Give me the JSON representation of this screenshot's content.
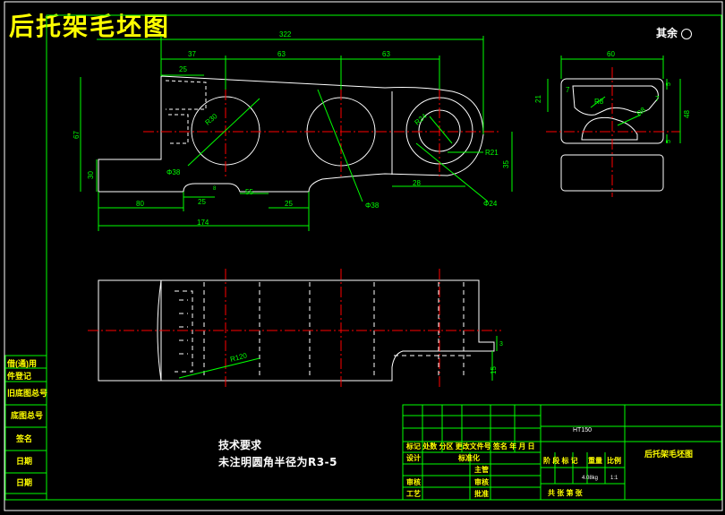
{
  "drawing": {
    "title": "后托架毛坯图",
    "roughness_note": "其余",
    "tech_req_title": "技术要求",
    "tech_req_note": "未注明圆角半径为R3-5"
  },
  "dimensions": {
    "overall_length": "322",
    "top_37": "37",
    "top_63a": "63",
    "top_63b": "63",
    "top_25": "25",
    "left_67": "67",
    "left_30": "30",
    "r30": "R30",
    "phi38": "Φ38",
    "phi38b": "Φ38",
    "r24": "R24",
    "phi24": "Φ24",
    "r21": "R21",
    "right_35": "35",
    "right_28": "28",
    "bottom_25a": "25",
    "bottom_25b": "25",
    "bottom_55": "55",
    "bottom_80": "80",
    "bottom_174": "174",
    "small_8": "8",
    "section_60": "60",
    "section_21": "21",
    "section_48": "48",
    "section_5a": "5",
    "section_5b": "5",
    "section_7a": "7",
    "section_7b": "7",
    "section_r8a": "R8",
    "section_r8b": "R8",
    "bottom_r120": "R120",
    "bottom_3": "3",
    "bottom_15": "15"
  },
  "left_column": [
    "借(通)用",
    "件登记",
    "旧底图总号",
    "底图总号",
    "签名",
    "日期",
    "日期"
  ],
  "title_block": {
    "material": "HT150",
    "part_name": "后托架毛坯图",
    "header_row": "标记 处数 分区 更改文件号 签名 年 月 日",
    "design": "设计",
    "standardize": "标准化",
    "check": "审核",
    "process": "工艺",
    "review": "主管",
    "approve": "批准",
    "stage": "阶 段 标 记",
    "weight": "重量",
    "scale": "比例",
    "weight_value": "4.08kg",
    "scale_value": "1:1",
    "sheets": "共  张  第  张",
    "audit": "审核"
  }
}
